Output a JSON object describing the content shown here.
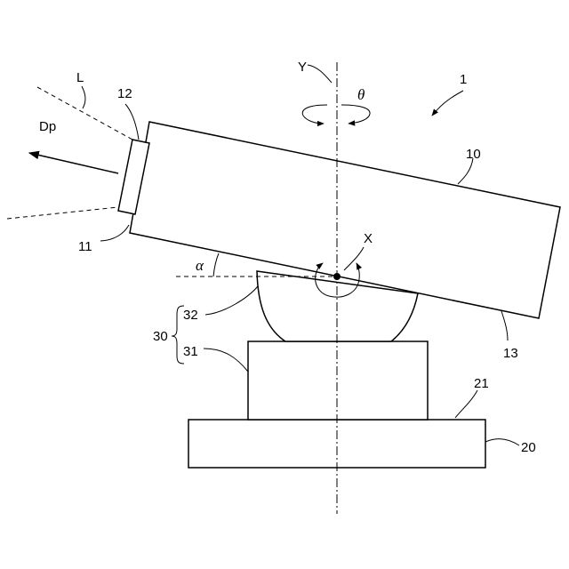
{
  "labels": {
    "device": "1",
    "camera_body": "10",
    "front_end": "11",
    "lens": "12",
    "rear_end": "13",
    "base": "20",
    "base_top": "21",
    "mount": "30",
    "mount_pedestal": "31",
    "mount_dome": "32",
    "light": "L",
    "direction": "Dp",
    "vertical_axis": "Y",
    "horizontal_axis": "X",
    "pan_angle": "θ",
    "tilt_angle": "α"
  }
}
